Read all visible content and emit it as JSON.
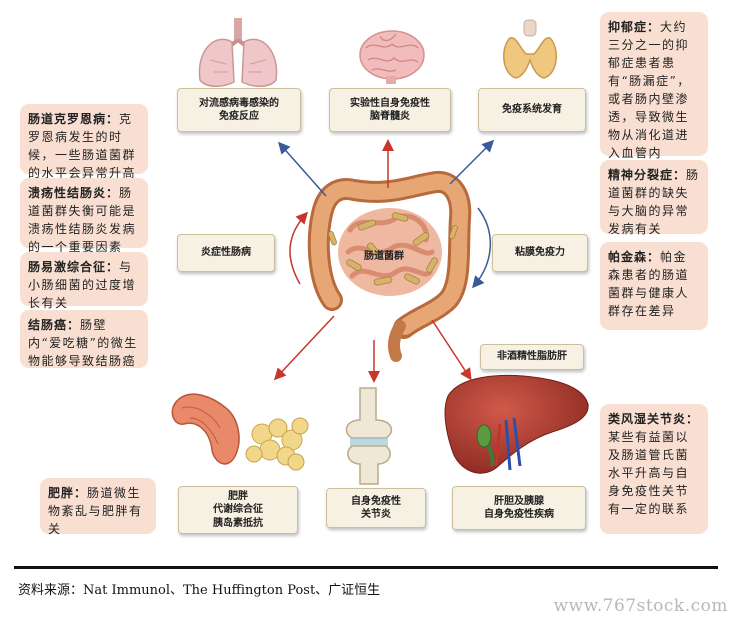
{
  "organ_labels": {
    "lung": "对流感病毒感染的\n免疫反应",
    "brain": "实验性自身免疫性\n脑脊髓炎",
    "thyroid": "免疫系统发育",
    "left_mid": "炎症性肠病",
    "right_mid": "粘膜免疫力",
    "gut_center": "肠道菌群",
    "liver_top": "非酒精性脂肪肝",
    "pancreas": "肥胖\n代谢综合征\n胰岛素抵抗",
    "joint": "自身免疫性\n关节炎",
    "liver": "肝胆及胰腺\n自身免疫性疾病"
  },
  "notes": {
    "crohn": {
      "title": "肠道克罗恩病：",
      "text": "克罗恩病发生的时候，一些肠道菌群的水平会异常升高"
    },
    "uc": {
      "title": "溃疡性结肠炎：",
      "text": "肠道菌群失衡可能是溃疡性结肠炎发病的一个重要因素"
    },
    "ibs": {
      "title": "肠易激综合征：",
      "text": "与小肠细菌的过度增长有关"
    },
    "colon_cancer": {
      "title": "结肠癌：",
      "text": "肠壁内“爱吃糖”的微生物能够导致结肠癌"
    },
    "obesity": {
      "title": "肥胖：",
      "text": "肠道微生物紊乱与肥胖有关"
    },
    "depression": {
      "title": "抑郁症：",
      "text": "大约三分之一的抑郁症患者患有“肠漏症”，或者肠内壁渗透，导致微生物从消化道进入血管内"
    },
    "schizophrenia": {
      "title": "精神分裂症：",
      "text": "肠道菌群的缺失与大脑的异常发病有关"
    },
    "parkinson": {
      "title": "帕金森：",
      "text": "帕金森患者的肠道菌群与健康人群存在差异"
    },
    "ra": {
      "title": "类风湿关节炎：",
      "text": "某些有益菌以及肠道管氏菌水平升高与自身免疫性关节有一定的联系"
    }
  },
  "footer": {
    "source": "资料来源：Nat Immunol、The Huffington Post、广证恒生",
    "watermark": "www.767stock.com"
  },
  "colors": {
    "arrow_blue": "#3a5a9c",
    "arrow_red": "#c8352b",
    "note_bg": "#f8dfd1",
    "label_bg": "#f7f1e4"
  },
  "icons": [
    "lungs-icon",
    "brain-icon",
    "thyroid-icon",
    "intestine-icon",
    "pancreas-icon",
    "knee-joint-icon",
    "liver-icon"
  ]
}
